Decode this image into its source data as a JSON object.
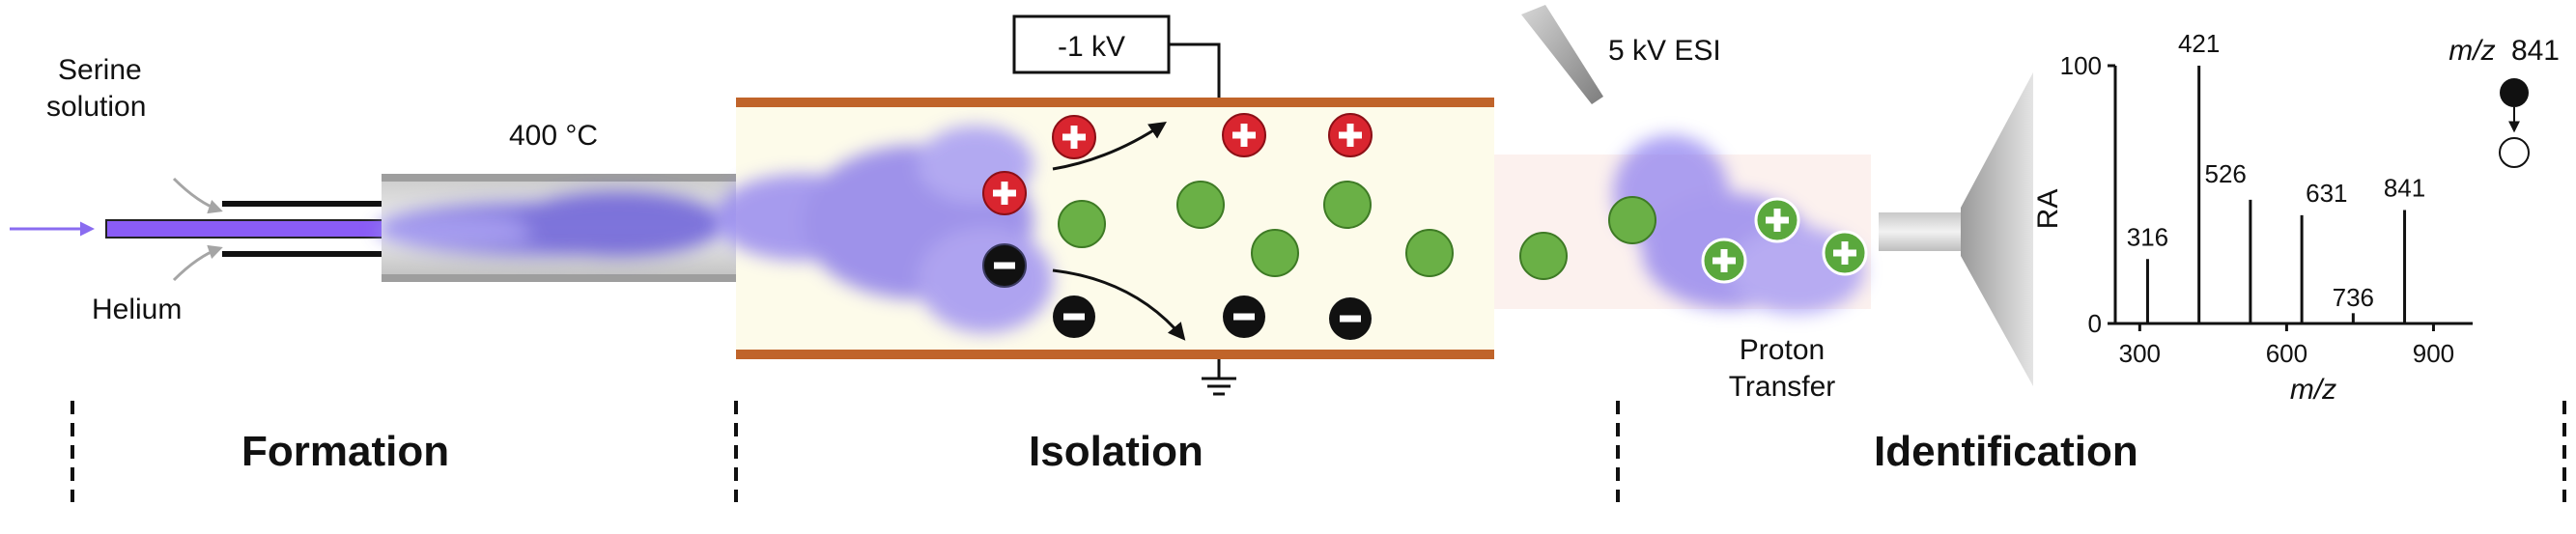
{
  "formation": {
    "serine_label_line1": "Serine",
    "serine_label_line2": "solution",
    "helium_label": "Helium",
    "temperature_label": "400 °C",
    "section_label": "Formation"
  },
  "isolation": {
    "voltage_label": "-1 kV",
    "section_label": "Isolation"
  },
  "identification": {
    "esi_label": "5 kV ESI",
    "proton_label_line1": "Proton",
    "proton_label_line2": "Transfer",
    "section_label": "Identification"
  },
  "colors": {
    "cation": "#d9252f",
    "anion": "#111111",
    "neutral": "#6ab046",
    "protonated": "#5aa83d",
    "plate": "#c0642a",
    "plume": "#7a6fe0",
    "chamber": "#fdfbea",
    "capillary": "#8a5cf6"
  },
  "chart_data": {
    "type": "bar",
    "ylabel": "RA",
    "xlabel": "m/z",
    "ylim": [
      0,
      100
    ],
    "xlim": [
      250,
      980
    ],
    "xticks": [
      300,
      600,
      900
    ],
    "yticks": [
      0,
      100
    ],
    "peaks": [
      {
        "mz": 316,
        "ra": 25,
        "label": "316"
      },
      {
        "mz": 421,
        "ra": 100,
        "label": "421"
      },
      {
        "mz": 526,
        "ra": 48,
        "label": "526"
      },
      {
        "mz": 631,
        "ra": 42,
        "label": "631"
      },
      {
        "mz": 736,
        "ra": 4,
        "label": "736"
      },
      {
        "mz": 841,
        "ra": 44,
        "label": "841"
      }
    ],
    "inset_label_prefix": "m/z",
    "inset_label_value": "841"
  }
}
